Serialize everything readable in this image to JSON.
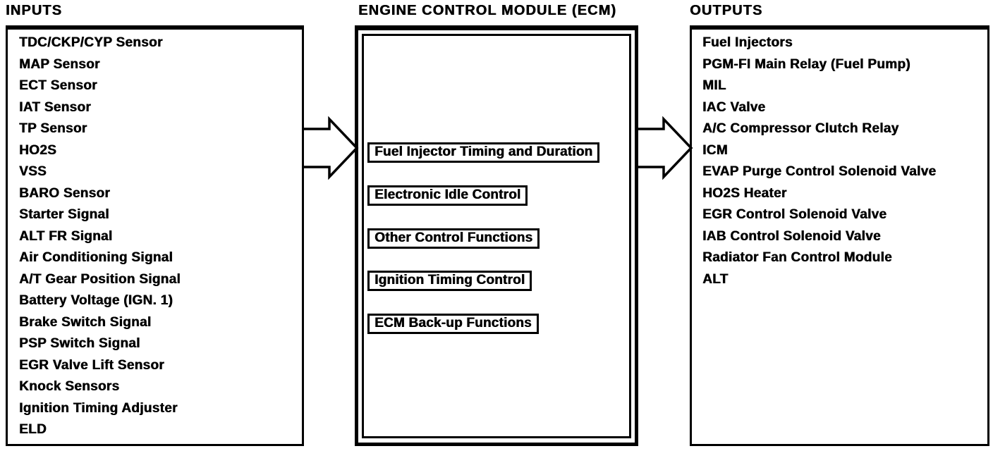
{
  "colors": {
    "ink": "#000000",
    "background": "#ffffff"
  },
  "diagram": {
    "inputs": {
      "title": "INPUTS",
      "items": [
        "TDC/CKP/CYP Sensor",
        "MAP Sensor",
        "ECT Sensor",
        "IAT Sensor",
        "TP Sensor",
        "HO2S",
        "VSS",
        "BARO Sensor",
        "Starter Signal",
        "ALT FR Signal",
        "Air Conditioning Signal",
        "A/T Gear Position Signal",
        "Battery Voltage (IGN. 1)",
        "Brake Switch Signal",
        "PSP Switch Signal",
        "EGR Valve Lift Sensor",
        "Knock Sensors",
        "Ignition Timing Adjuster",
        "ELD"
      ]
    },
    "ecm": {
      "title": "ENGINE CONTROL MODULE (ECM)",
      "functions": [
        "Fuel Injector Timing and Duration",
        "Electronic Idle Control",
        "Other Control Functions",
        "Ignition Timing Control",
        "ECM Back-up Functions"
      ]
    },
    "outputs": {
      "title": "OUTPUTS",
      "items": [
        "Fuel Injectors",
        "PGM-FI Main Relay (Fuel Pump)",
        "MIL",
        "IAC Valve",
        "A/C Compressor Clutch Relay",
        "ICM",
        "EVAP Purge Control Solenoid Valve",
        "HO2S Heater",
        "EGR Control Solenoid Valve",
        "IAB Control Solenoid Valve",
        "Radiator Fan Control Module",
        "ALT"
      ]
    }
  }
}
